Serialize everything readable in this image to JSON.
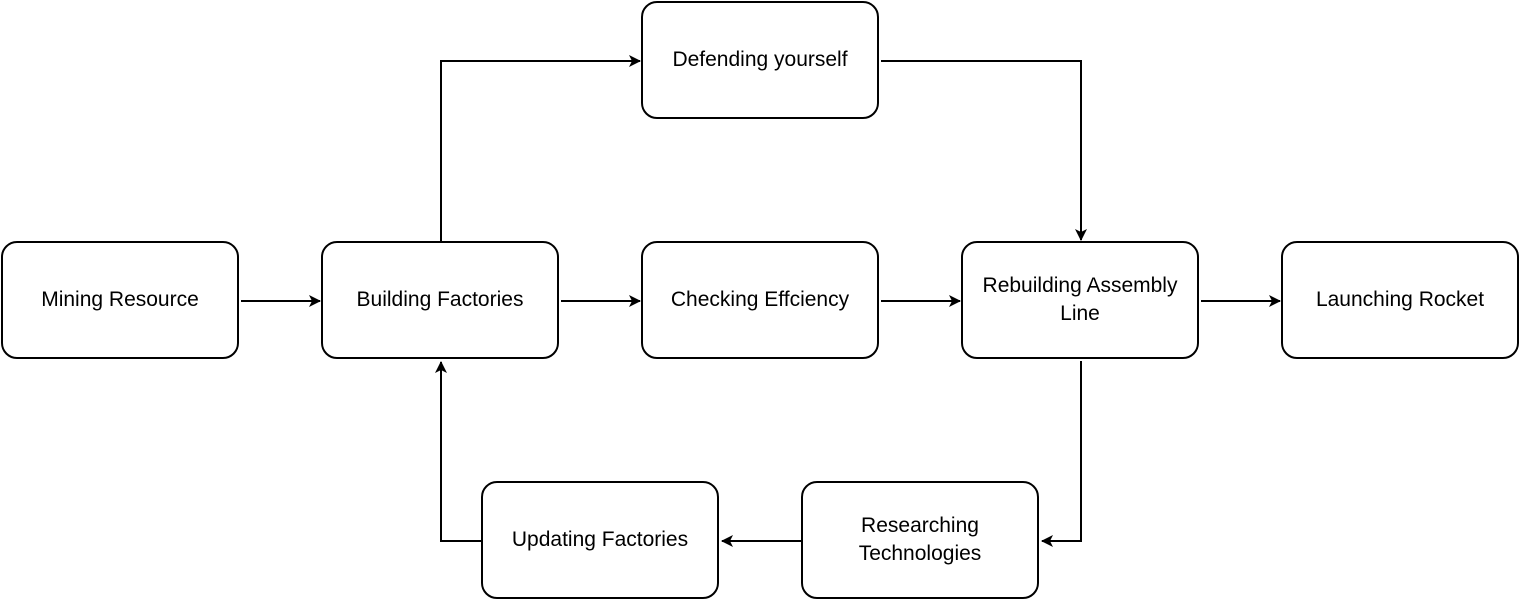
{
  "colors": {
    "stroke": "#000000",
    "fill": "#ffffff",
    "text": "#000000"
  },
  "nodes": {
    "mining": "Mining Resource",
    "building": "Building Factories",
    "defending": "Defending yourself",
    "checking": "Checking Effciency",
    "rebuilding": "Rebuilding Assembly\nLine",
    "launching": "Launching Rocket",
    "updating": "Updating Factories",
    "researching": "Researching\nTechnologies"
  },
  "edges": [
    {
      "from": "mining",
      "to": "building"
    },
    {
      "from": "building",
      "to": "checking"
    },
    {
      "from": "building",
      "to": "defending"
    },
    {
      "from": "defending",
      "to": "rebuilding"
    },
    {
      "from": "checking",
      "to": "rebuilding"
    },
    {
      "from": "rebuilding",
      "to": "launching"
    },
    {
      "from": "rebuilding",
      "to": "researching"
    },
    {
      "from": "researching",
      "to": "updating"
    },
    {
      "from": "updating",
      "to": "building"
    }
  ]
}
